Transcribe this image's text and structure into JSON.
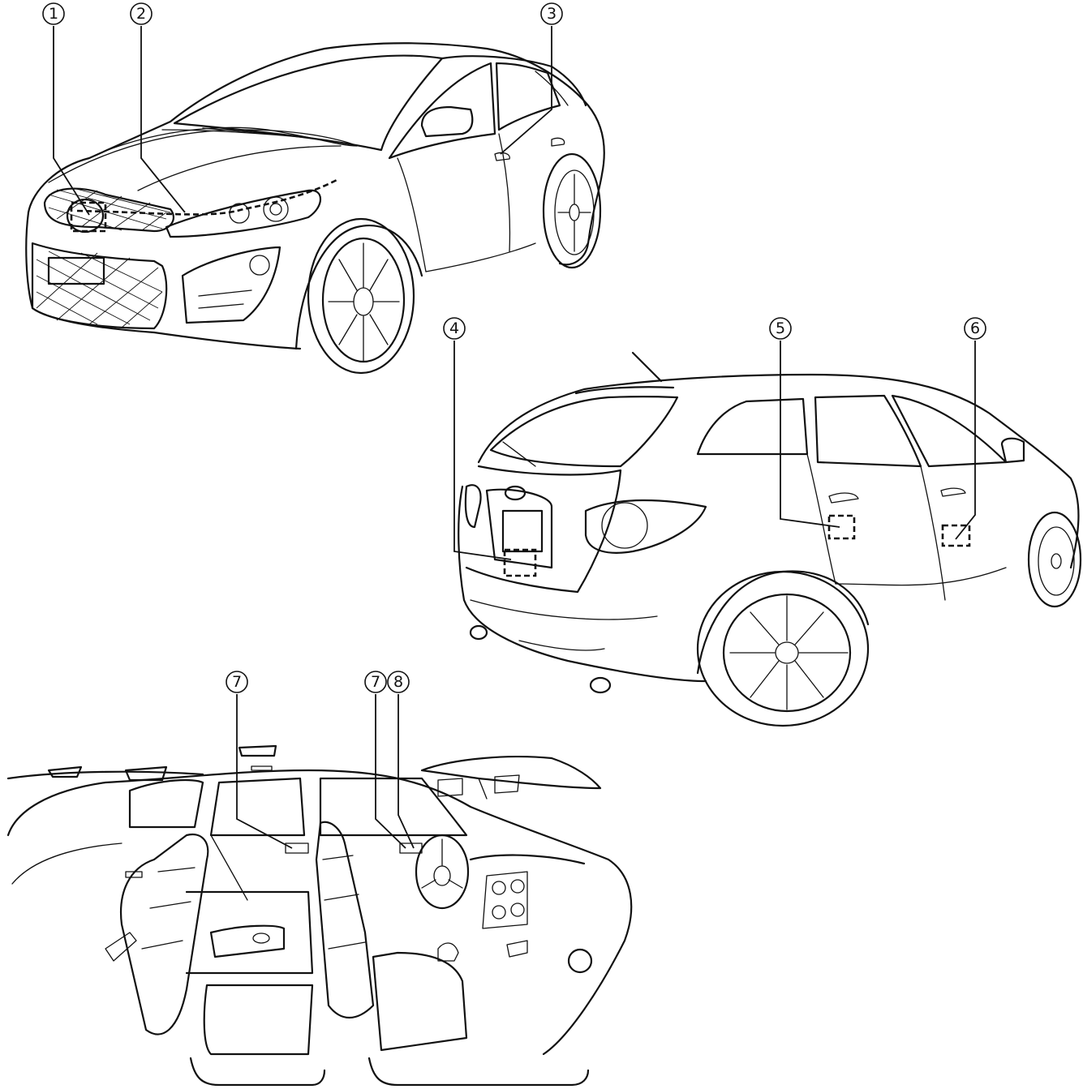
{
  "callouts": [
    {
      "id": "c1",
      "label": "1"
    },
    {
      "id": "c2",
      "label": "2"
    },
    {
      "id": "c3",
      "label": "3"
    },
    {
      "id": "c4",
      "label": "4"
    },
    {
      "id": "c5",
      "label": "5"
    },
    {
      "id": "c6",
      "label": "6"
    },
    {
      "id": "c7a",
      "label": "7"
    },
    {
      "id": "c7b",
      "label": "7"
    },
    {
      "id": "c8",
      "label": "8"
    }
  ],
  "colors": {
    "line": "#111111",
    "background": "#ffffff"
  }
}
